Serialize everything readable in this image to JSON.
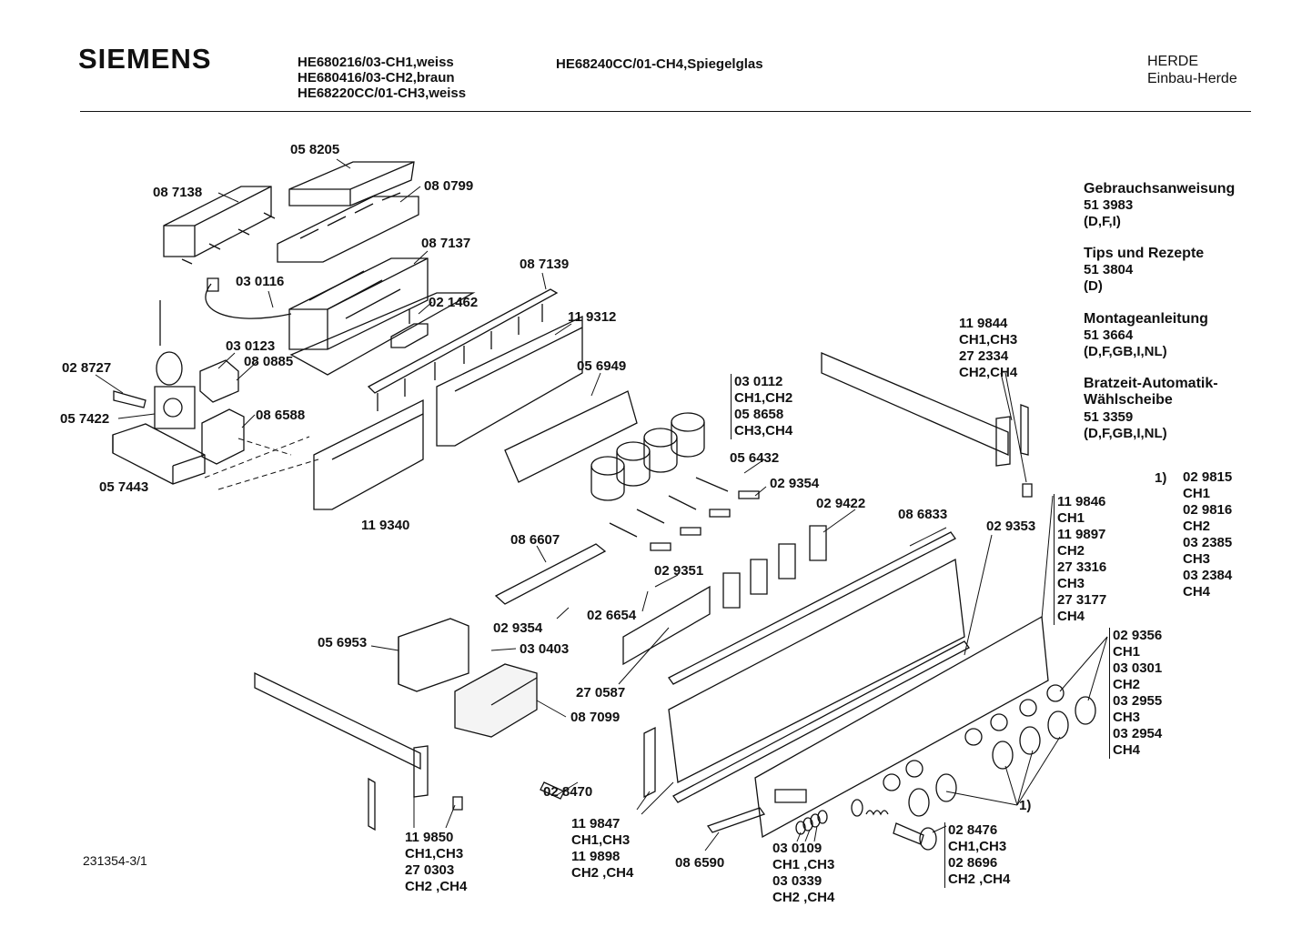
{
  "header": {
    "brand": "SIEMENS",
    "models_col1": [
      "HE680216/03-CH1,weiss",
      "HE680416/03-CH2,braun",
      "HE68220CC/01-CH3,weiss"
    ],
    "models_col2": "HE68240CC/01-CH4,Spiegelglas",
    "category": "HERDE",
    "subcategory": "Einbau-Herde"
  },
  "docs": [
    {
      "title": "Gebrauchsanweisung",
      "number": "51 3983",
      "langs": "(D,F,I)"
    },
    {
      "title": "Tips und Rezepte",
      "number": "51 3804",
      "langs": "(D)"
    },
    {
      "title": "Montageanleitung",
      "number": "51 3664",
      "langs": "(D,F,GB,I,NL)"
    },
    {
      "title": "Bratzeit-Automatik-",
      "title2": "Wählscheibe",
      "number": "51 3359",
      "langs": "(D,F,GB,I,NL)"
    }
  ],
  "footnote": {
    "marker": "1)",
    "lines": [
      "02 9815",
      "CH1",
      "02 9816",
      "CH2",
      "03 2385",
      "CH3",
      "03 2384",
      "CH4"
    ]
  },
  "labels": {
    "p058205": "05 8205",
    "p087138": "08 7138",
    "p080799": "08 0799",
    "p087137": "08 7137",
    "p087139": "08 7139",
    "p030116": "03 0116",
    "p021462": "02 1462",
    "p119312": "11 9312",
    "p030123": "03 0123",
    "p028727": "02 8727",
    "p080885": "08 0885",
    "p056949": "05 6949",
    "p057422": "05 7422",
    "p086588": "08 6588",
    "p057443": "05 7443",
    "p119340": "11 9340",
    "p056432": "05 6432",
    "p029354a": "02 9354",
    "p029422": "02 9422",
    "p086833": "08 6833",
    "p029353": "02 9353",
    "p086607": "08 6607",
    "p029351": "02 9351",
    "p029354b": "02 9354",
    "p026654": "02 6654",
    "p056953": "05 6953",
    "p030403": "03 0403",
    "p270587": "27 0587",
    "p087099": "08 7099",
    "p028470": "02 8470",
    "p086590": "08 6590",
    "footnote_ref": "1)",
    "drawing_number": "231354-3/1"
  },
  "stacks": {
    "knob_group": [
      "03 0112",
      "CH1,CH2",
      "05 8658",
      "CH3,CH4"
    ],
    "rail_right": [
      "11 9844",
      "CH1,CH3",
      "27 2334",
      "CH2,CH4"
    ],
    "panel_right": [
      "11 9846",
      "CH1",
      "11 9897",
      "CH2",
      "27 3316",
      "CH3",
      "27 3177",
      "CH4"
    ],
    "rings": [
      "02 9356",
      "CH1",
      "03 0301",
      "CH2",
      "03 2955",
      "CH3",
      "03 2954",
      "CH4"
    ],
    "rail_left": [
      "11 9850",
      "CH1,CH3",
      "27 0303",
      "CH2 ,CH4"
    ],
    "rail_front": [
      "11 9847",
      "CH1,CH3",
      "11 9898",
      "CH2 ,CH4"
    ],
    "buttons": [
      "03 0109",
      "CH1 ,CH3",
      "03 0339",
      "CH2 ,CH4"
    ],
    "knob_small": [
      "02 8476",
      "CH1,CH3",
      "02 8696",
      "CH2 ,CH4"
    ]
  }
}
